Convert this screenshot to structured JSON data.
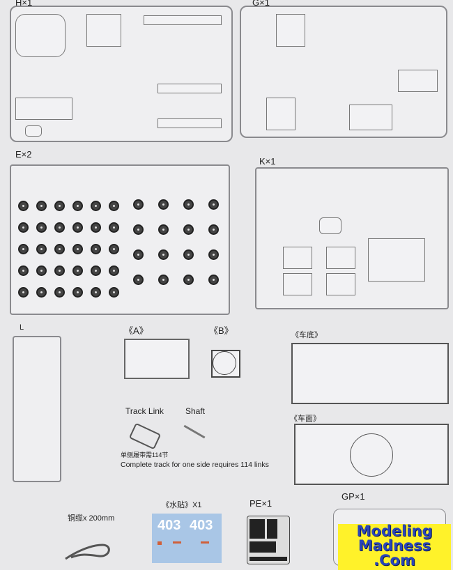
{
  "sprues": {
    "h": {
      "label": "H×1"
    },
    "g": {
      "label": "G×1"
    },
    "e": {
      "label": "E×2"
    },
    "k": {
      "label": "K×1"
    },
    "l": {
      "label": "L"
    }
  },
  "parts": {
    "a": {
      "label": "《A》"
    },
    "b": {
      "label": "《B》"
    },
    "hull_bottom": {
      "label": "《车底》"
    },
    "hull_top": {
      "label": "《车面》"
    },
    "track_link": {
      "label": "Track Link"
    },
    "shaft": {
      "label": "Shaft"
    },
    "track_note_cn": "单侧履带需114节",
    "track_note_en": "Complete track for one side requires 114 links",
    "cable": {
      "label": "铜缆x 200mm"
    },
    "decals": {
      "label": "《水贴》X1",
      "numbers": [
        "403",
        "403"
      ]
    },
    "pe": {
      "label": "PE×1"
    },
    "gp": {
      "label": "GP×1"
    }
  },
  "watermark": {
    "lines": [
      "Modeling",
      "Madness",
      ".Com"
    ]
  },
  "colors": {
    "decal_bg": "#a9c6e6",
    "watermark_bg": "#fff22a",
    "watermark_text": "#2a45b8"
  }
}
